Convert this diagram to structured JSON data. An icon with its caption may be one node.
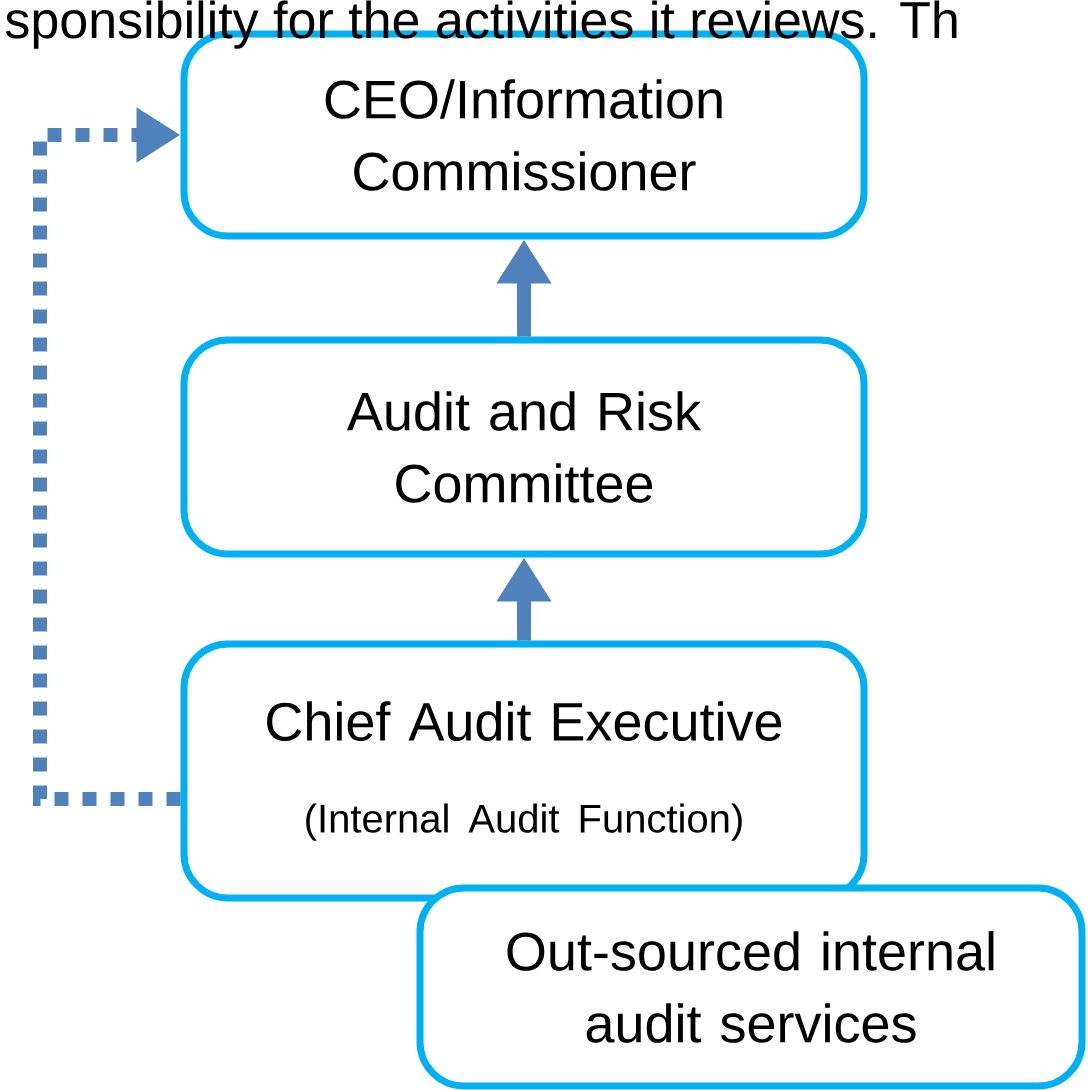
{
  "diagram": {
    "nodes": [
      {
        "text": [
          "CEO/Information Commissioner"
        ]
      },
      {
        "text": [
          "Audit and Risk Committee"
        ]
      },
      {
        "text": [
          "Chief Audit Executive",
          "(Internal Audit Function)"
        ]
      },
      {
        "text": [
          "Out-sourced internal audit services"
        ]
      }
    ],
    "edges": [
      {
        "from": 2,
        "to": 1,
        "arrow": "to"
      },
      {
        "from": 1,
        "to": 0,
        "arrow": "to"
      },
      {
        "from": 2,
        "to": 0,
        "arrow": "to",
        "style": "dashed"
      }
    ],
    "labels": [
      "sponsibility for the activities it reviews.  Th"
    ]
  }
}
